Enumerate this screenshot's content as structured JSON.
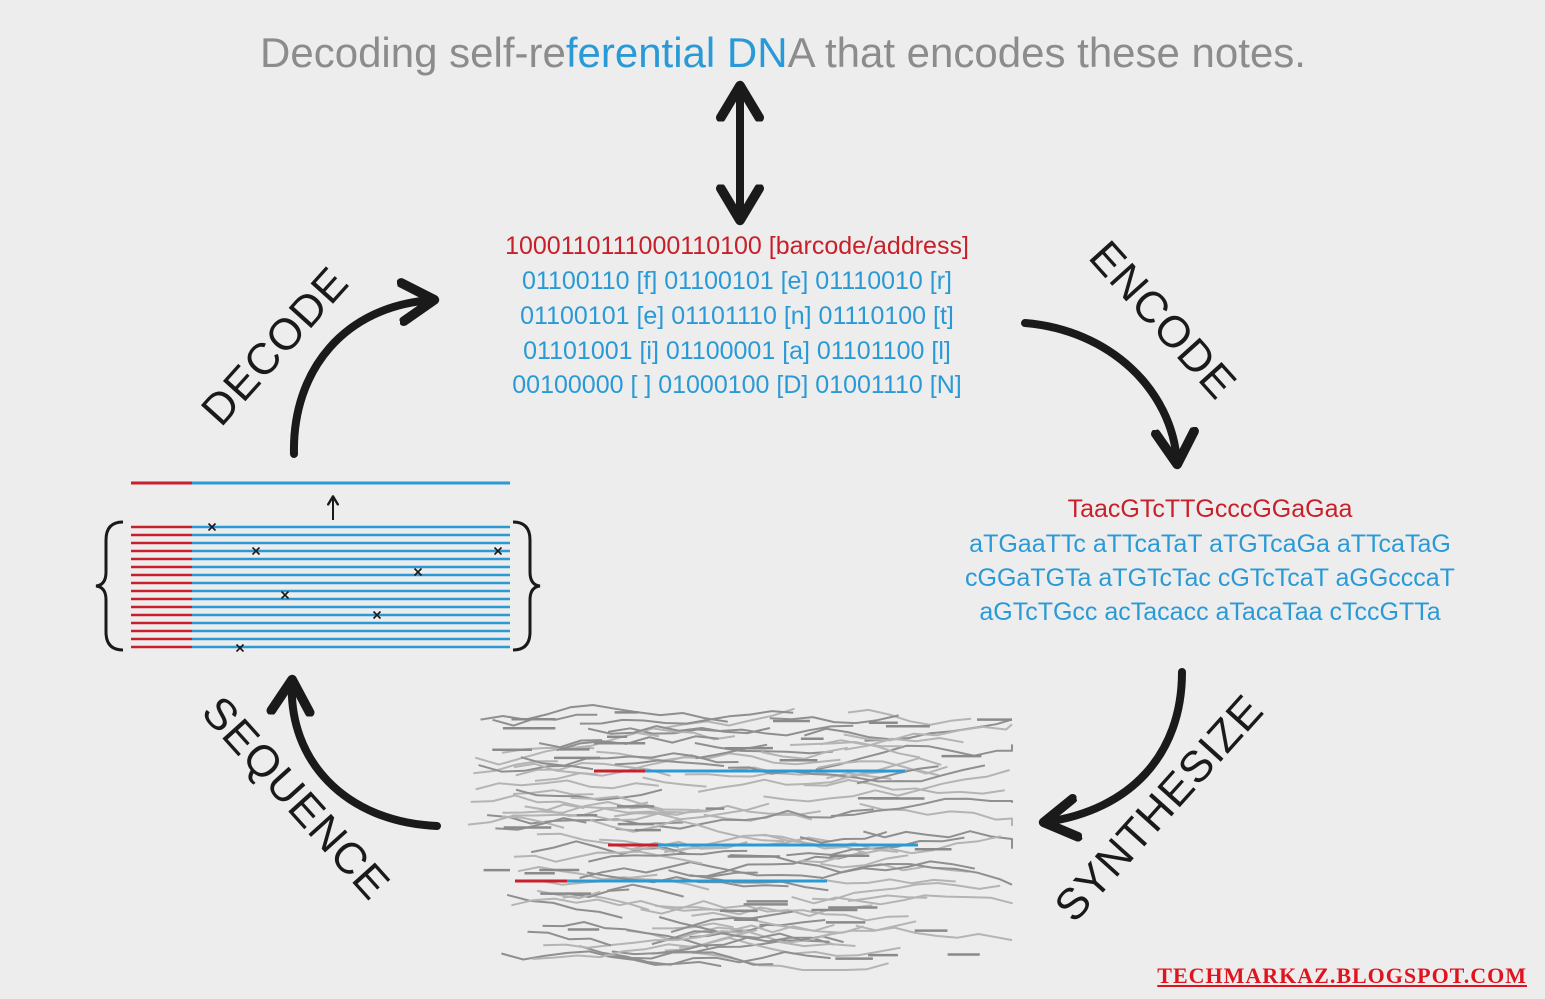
{
  "title": {
    "part1": "Decoding self-re",
    "part2": "ferential DN",
    "part3": "A that encodes these notes."
  },
  "binary": {
    "address": "1000110111000110100 [barcode/address]",
    "rows": [
      "01100110 [f]  01100101 [e]  01110010 [r]",
      "01100101 [e]  01101110 [n]  01110100 [t]",
      "01101001 [i]  01100001 [a]  01101100 [l]",
      "00100000 [ ]  01000100 [D]  01001110 [N]"
    ]
  },
  "dna": {
    "address": "TaacGTcTTGcccGGaGaa",
    "rows": [
      "aTGaaTTc aTTcaTaT aTGTcaGa aTTcaTaG",
      "cGGaTGTa aTGTcTac cGTcTcaT aGGcccaT",
      "aGTcTGcc acTacacc aTacaTaa cTccGTTa"
    ]
  },
  "steps": {
    "encode": "ENCODE",
    "synthesize": "SYNTHESIZE",
    "sequence": "SEQUENCE",
    "decode": "DECODE"
  },
  "watermark": "TECHMARKAZ.BLOGSPOT.COM",
  "colors": {
    "background": "#ededed",
    "title_gray": "#8c8c8c",
    "data_blue": "#2a9ad6",
    "address_red": "#c8202a",
    "arrow_black": "#1a1a1a",
    "strand_gray": "#a5a5a5",
    "watermark_red": "#e0141e"
  }
}
